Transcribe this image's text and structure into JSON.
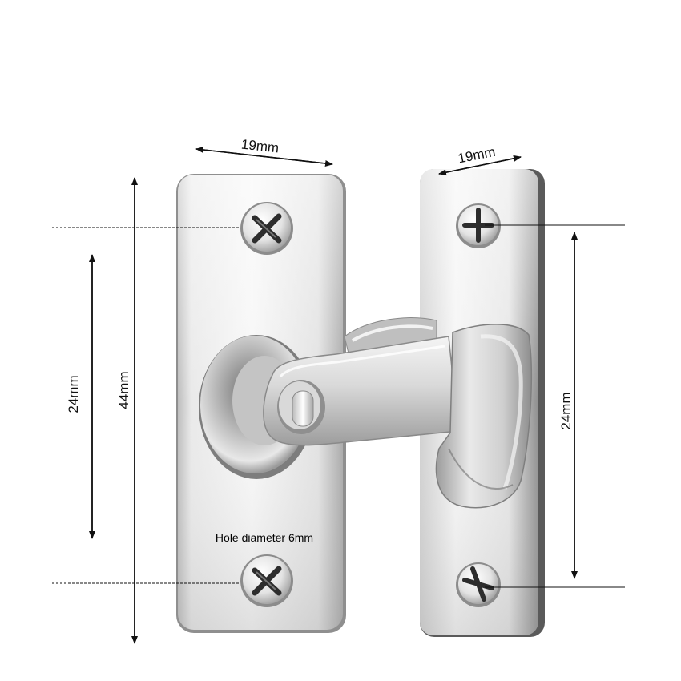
{
  "diagram": {
    "left_plate": {
      "width_label": "19mm",
      "height_label": "44mm",
      "hole_spacing_label": "24mm",
      "hole_note": "Hole diameter 6mm"
    },
    "right_plate": {
      "width_label": "19mm",
      "hole_spacing_label": "24mm"
    }
  },
  "colors": {
    "metal_light": "#f2f2f2",
    "metal_mid": "#c9c9c9",
    "metal_dark": "#8a8a8a",
    "dimension_line": "#111111"
  }
}
